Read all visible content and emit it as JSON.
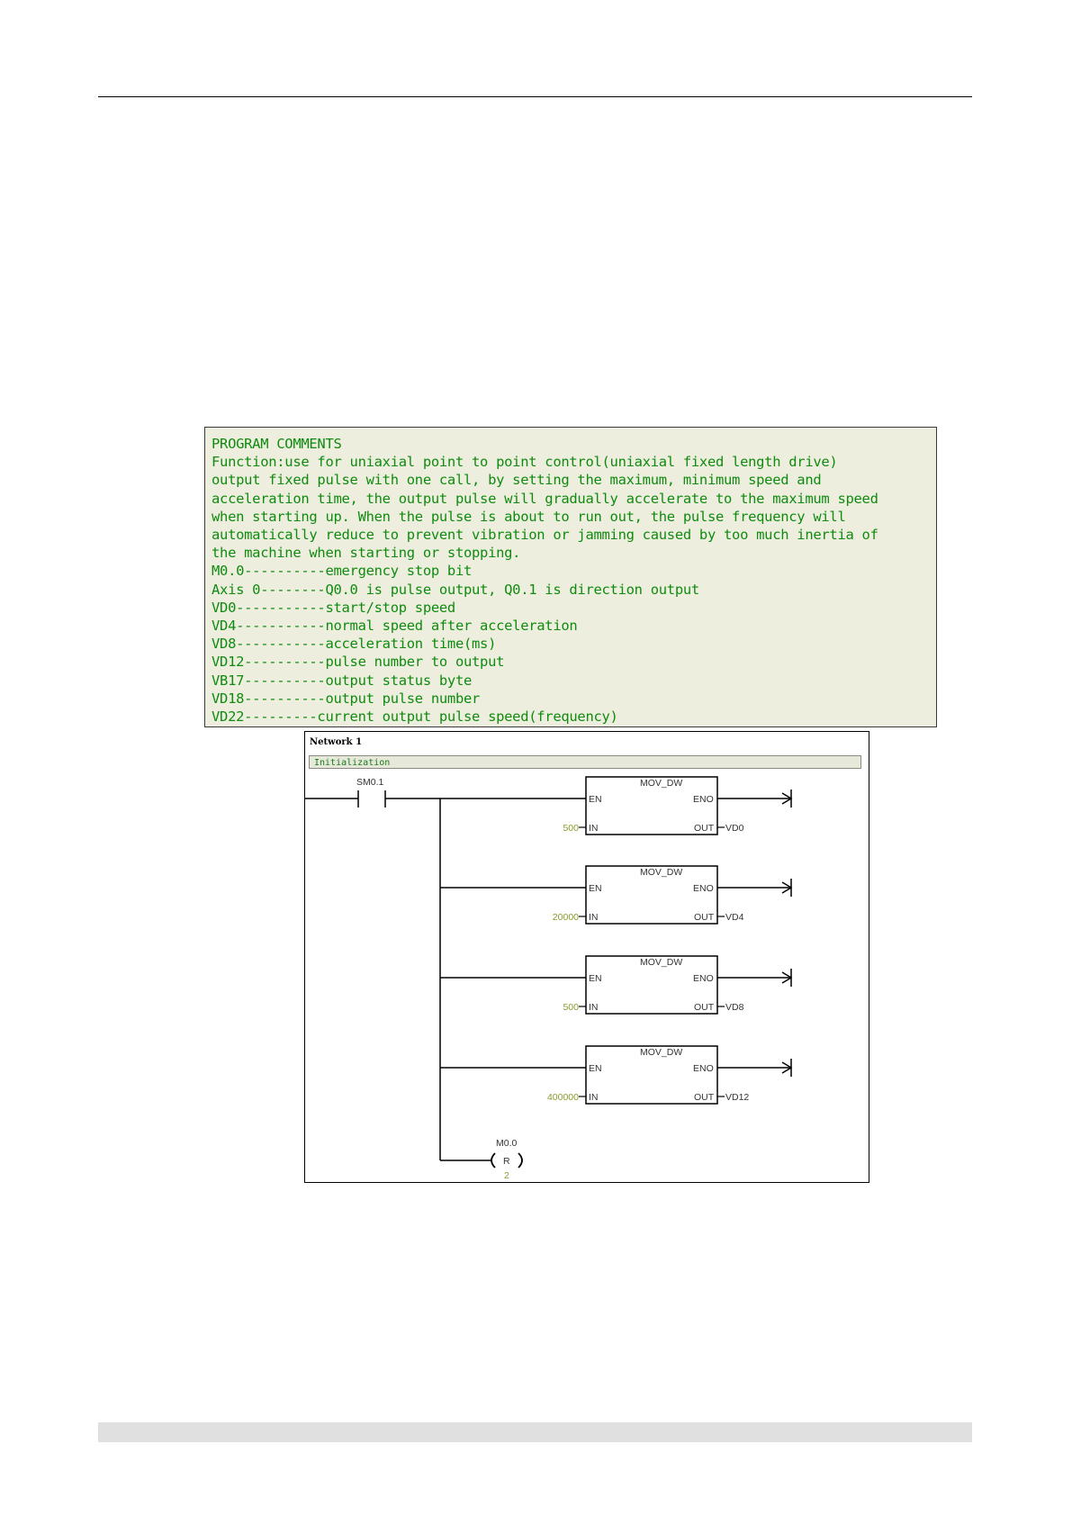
{
  "comments": {
    "lines": [
      "PROGRAM COMMENTS",
      "Function:use for uniaxial point to point control(uniaxial fixed length drive)",
      "output fixed pulse with one call, by setting the maximum, minimum speed and",
      "acceleration time, the output pulse will gradually accelerate to the maximum speed",
      "when starting up. When the pulse is about to run out, the pulse frequency will",
      "automatically reduce to prevent vibration or jamming caused by too much inertia of",
      "the machine when starting or stopping.",
      "M0.0----------emergency stop bit",
      "Axis 0--------Q0.0 is pulse output, Q0.1 is direction output",
      "VD0-----------start/stop speed",
      "VD4-----------normal speed after acceleration",
      "VD8-----------acceleration time(ms)",
      "VD12----------pulse number to output",
      "VB17----------output status byte",
      "VD18----------output pulse number",
      "VD22---------current output pulse speed(frequency)"
    ]
  },
  "network": {
    "title": "Network 1",
    "comment": "Initialization",
    "contact": "SM0.1",
    "blocks": [
      {
        "name": "MOV_DW",
        "en": "EN",
        "eno": "ENO",
        "in": "IN",
        "out": "OUT",
        "in_value": "500",
        "out_addr": "VD0"
      },
      {
        "name": "MOV_DW",
        "en": "EN",
        "eno": "ENO",
        "in": "IN",
        "out": "OUT",
        "in_value": "20000",
        "out_addr": "VD4"
      },
      {
        "name": "MOV_DW",
        "en": "EN",
        "eno": "ENO",
        "in": "IN",
        "out": "OUT",
        "in_value": "500",
        "out_addr": "VD8"
      },
      {
        "name": "MOV_DW",
        "en": "EN",
        "eno": "ENO",
        "in": "IN",
        "out": "OUT",
        "in_value": "400000",
        "out_addr": "VD12"
      }
    ],
    "coil": {
      "address": "M0.0",
      "type": "R",
      "count": "2"
    }
  }
}
